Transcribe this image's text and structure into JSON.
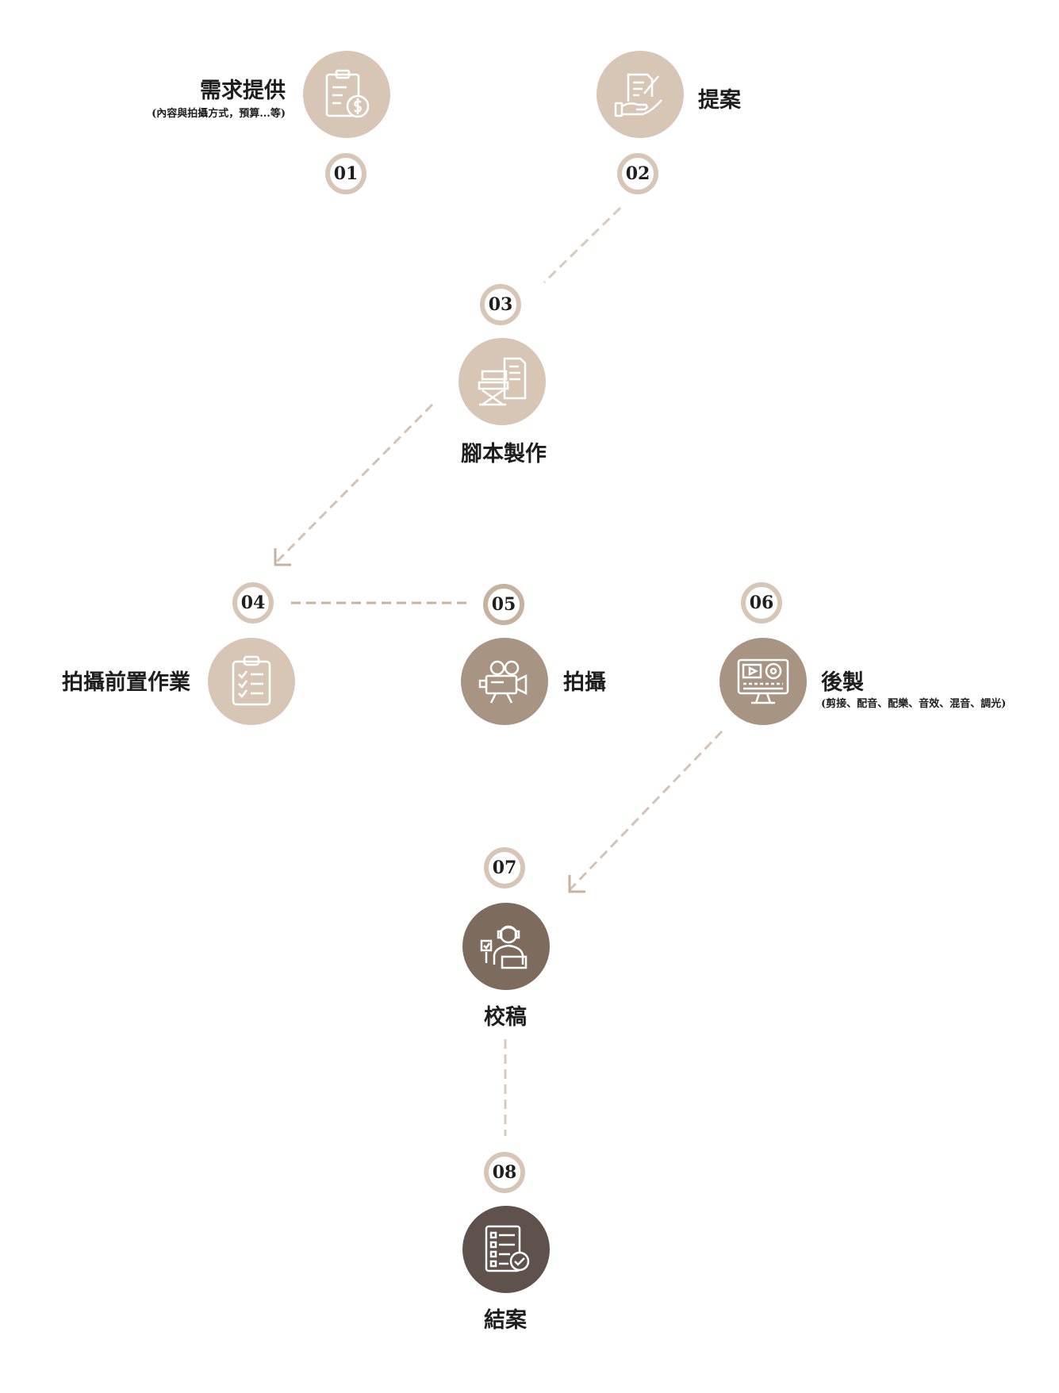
{
  "steps": [
    {
      "num": "01",
      "title": "需求提供",
      "subtitle": "(內容與拍攝方式，預算...等)",
      "icon": "clipboard-dollar-icon"
    },
    {
      "num": "02",
      "title": "提案",
      "icon": "hand-document-pen-icon"
    },
    {
      "num": "03",
      "title": "腳本製作",
      "icon": "director-chair-script-icon"
    },
    {
      "num": "04",
      "title": "拍攝前置作業",
      "icon": "checklist-clipboard-icon"
    },
    {
      "num": "05",
      "title": "拍攝",
      "icon": "film-camera-icon"
    },
    {
      "num": "06",
      "title": "後製",
      "subtitle": "(剪接、配音、配樂、音效、混音、調光)",
      "icon": "monitor-editing-icon"
    },
    {
      "num": "07",
      "title": "校稿",
      "icon": "reviewer-person-icon"
    },
    {
      "num": "08",
      "title": "結案",
      "icon": "document-checkmark-icon"
    }
  ],
  "colors": {
    "light": "#d7c6b6",
    "medium_light": "#c6b29e",
    "medium": "#a89482",
    "dark": "#7d6b5d",
    "darkest": "#5f514b",
    "dash": "#c9b9aa"
  }
}
